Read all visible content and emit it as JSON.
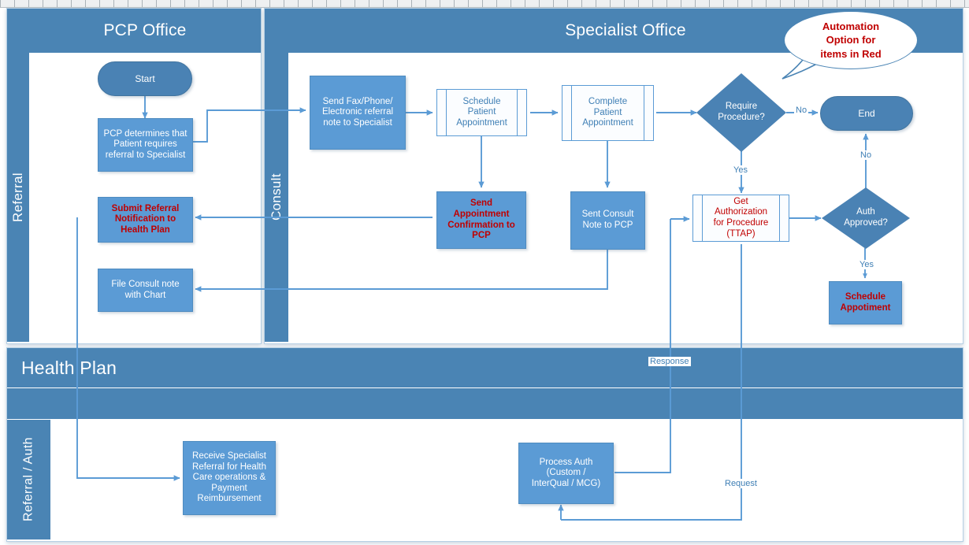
{
  "ruler": {
    "visible": true,
    "tick_spacing": 18
  },
  "colors": {
    "band": "#4a84b4",
    "process_fill": "#5b9bd5",
    "terminator_fill": "#4a82b4",
    "connector": "#5b9bd5",
    "red_text": "#c00000",
    "white_text": "#ffffff",
    "pool_border": "#b7d0e4"
  },
  "pools": [
    {
      "id": "pcp",
      "title": "PCP Office",
      "lanes": [
        {
          "label": "Referral"
        }
      ]
    },
    {
      "id": "specialist",
      "title": "Specialist Office",
      "lanes": [
        {
          "label": "Consult"
        }
      ]
    },
    {
      "id": "healthplan",
      "title": "Health Plan",
      "lanes": [
        {
          "label": "Referral / Auth"
        }
      ]
    }
  ],
  "callout": {
    "text": "Automation Option for items in Red",
    "lines": [
      "Automation",
      "Option for",
      "items in Red"
    ]
  },
  "nodes": [
    {
      "id": "start",
      "type": "terminator",
      "text": "Start",
      "style": "blue",
      "pool": "pcp"
    },
    {
      "id": "pcp_determines",
      "type": "process",
      "text": "PCP determines that Patient requires referral to Specialist",
      "style": "blue",
      "pool": "pcp"
    },
    {
      "id": "submit_referral",
      "type": "process",
      "text": "Submit Referral Notification to Health Plan",
      "style": "red",
      "pool": "pcp"
    },
    {
      "id": "file_consult",
      "type": "process",
      "text": "File Consult note with Chart",
      "style": "blue",
      "pool": "pcp"
    },
    {
      "id": "send_fax",
      "type": "process",
      "text": "Send Fax/Phone/ Electronic referral note to Specialist",
      "style": "blue",
      "pool": "specialist"
    },
    {
      "id": "schedule_appt",
      "type": "predefined-process",
      "text": "Schedule Patient Appointment",
      "style": "blue",
      "pool": "specialist"
    },
    {
      "id": "complete_appt",
      "type": "predefined-process",
      "text": "Complete Patient Appointment",
      "style": "blue",
      "pool": "specialist"
    },
    {
      "id": "send_confirm",
      "type": "process",
      "text": "Send Appointment Confirmation to PCP",
      "style": "red",
      "pool": "specialist"
    },
    {
      "id": "sent_consult",
      "type": "process",
      "text": "Sent Consult Note to PCP",
      "style": "blue",
      "pool": "specialist"
    },
    {
      "id": "require_proc",
      "type": "decision",
      "text": "Require Procedure?",
      "style": "blue",
      "pool": "specialist"
    },
    {
      "id": "end",
      "type": "terminator",
      "text": "End",
      "style": "blue",
      "pool": "specialist"
    },
    {
      "id": "get_auth",
      "type": "predefined-process",
      "text": "Get Authorization for Procedure (TTAP)",
      "style": "red",
      "pool": "specialist"
    },
    {
      "id": "auth_approved",
      "type": "decision",
      "text": "Auth Approved?",
      "style": "blue",
      "pool": "specialist"
    },
    {
      "id": "schedule_appt2",
      "type": "process",
      "text": "Schedule Appotiment",
      "style": "red",
      "pool": "specialist"
    },
    {
      "id": "receive_ref",
      "type": "process",
      "text": "Receive Specialist Referral for Health Care operations & Payment Reimbursement",
      "style": "blue",
      "pool": "healthplan"
    },
    {
      "id": "process_auth",
      "type": "process",
      "text": "Process Auth (Custom / InterQual / MCG)",
      "style": "blue",
      "pool": "healthplan"
    }
  ],
  "node_text": {
    "start": "Start",
    "pcp_determines_l1": "PCP determines that",
    "pcp_determines_l2": "Patient requires",
    "pcp_determines_l3": "referral to Specialist",
    "submit_referral_l1": "Submit Referral",
    "submit_referral_l2": "Notification to",
    "submit_referral_l3": "Health Plan",
    "file_consult_l1": "File Consult note",
    "file_consult_l2": "with Chart",
    "send_fax_l1": "Send Fax/Phone/",
    "send_fax_l2": "Electronic referral",
    "send_fax_l3": "note to Specialist",
    "schedule_appt_l1": "Schedule",
    "schedule_appt_l2": "Patient",
    "schedule_appt_l3": "Appointment",
    "complete_appt_l1": "Complete",
    "complete_appt_l2": "Patient",
    "complete_appt_l3": "Appointment",
    "send_confirm_l1": "Send",
    "send_confirm_l2": "Appointment",
    "send_confirm_l3": "Confirmation to",
    "send_confirm_l4": "PCP",
    "sent_consult_l1": "Sent Consult",
    "sent_consult_l2": "Note to PCP",
    "require_proc_l1": "Require",
    "require_proc_l2": "Procedure?",
    "end": "End",
    "get_auth_l1": "Get",
    "get_auth_l2": "Authorization",
    "get_auth_l3": "for Procedure",
    "get_auth_l4": "(TTAP)",
    "auth_approved_l1": "Auth",
    "auth_approved_l2": "Approved?",
    "schedule_appt2_l1": "Schedule",
    "schedule_appt2_l2": "Appotiment",
    "receive_ref_l1": "Receive Specialist",
    "receive_ref_l2": "Referral for Health",
    "receive_ref_l3": "Care operations &",
    "receive_ref_l4": "Payment",
    "receive_ref_l5": "Reimbursement",
    "process_auth_l1": "Process Auth",
    "process_auth_l2": "(Custom /",
    "process_auth_l3": "InterQual / MCG)"
  },
  "edge_labels": {
    "require_no": "No",
    "require_yes": "Yes",
    "auth_no": "No",
    "auth_yes": "Yes",
    "response": "Response",
    "request": "Request"
  }
}
